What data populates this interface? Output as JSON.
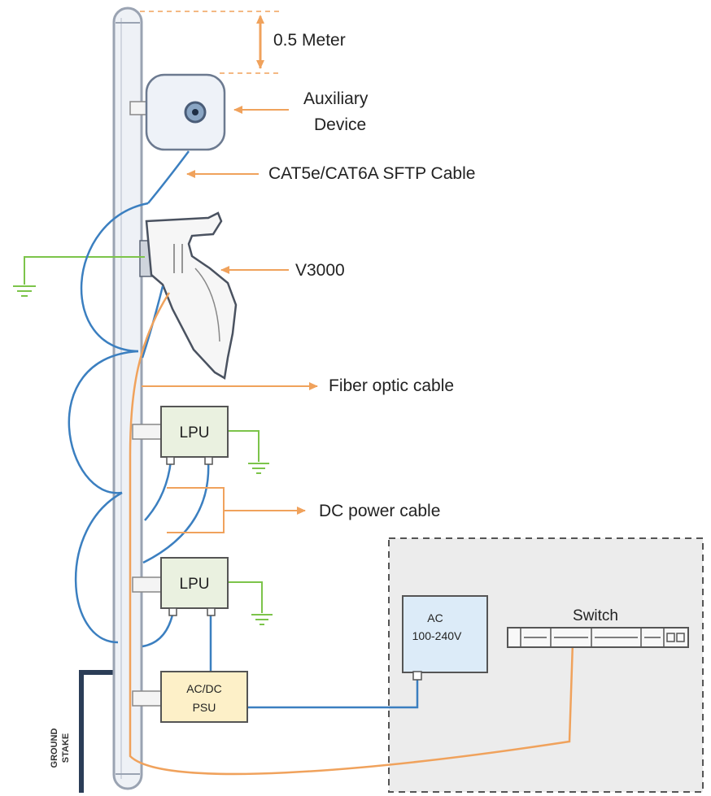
{
  "labels": {
    "height_note": "0.5 Meter",
    "auxiliary_line1": "Auxiliary",
    "auxiliary_line2": "Device",
    "cat_cable": "CAT5e/CAT6A SFTP Cable",
    "v3000": "V3000",
    "fiber_cable": "Fiber optic cable",
    "dc_cable": "DC power cable",
    "lpu_top": "LPU",
    "lpu_bottom": "LPU",
    "psu_line1": "AC/DC",
    "psu_line2": "PSU",
    "ac_line1": "AC",
    "ac_line2": "100-240V",
    "switch": "Switch",
    "ground_line1": "GROUND",
    "ground_line2": "STAKE"
  },
  "colors": {
    "pole_fill": "#eef1f6",
    "pole_stroke": "#9aa3b2",
    "ethernet_cable": "#3b7fc0",
    "fiber_cable": "#f0a25c",
    "ground_wire": "#7cc44a",
    "arrow": "#f0a25c",
    "lpu_fill": "#eaf1e0",
    "psu_fill": "#fdf0c8",
    "ac_fill": "#dcebf8",
    "indoor_fill": "#ececec",
    "ground_stake": "#2b3d57"
  }
}
